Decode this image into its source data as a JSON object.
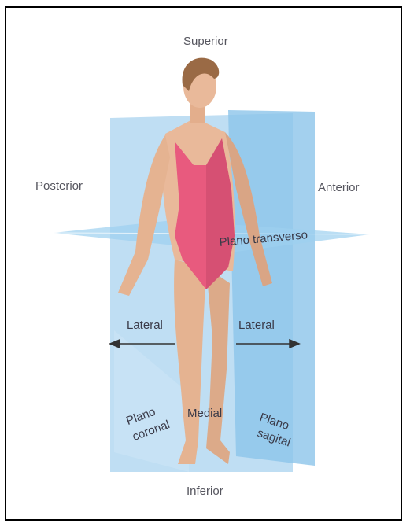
{
  "labels": {
    "superior": "Superior",
    "inferior": "Inferior",
    "posterior": "Posterior",
    "anterior": "Anterior",
    "transverse_plane": "Plano transverso",
    "lateral_left": "Lateral",
    "lateral_right": "Lateral",
    "medial": "Medial",
    "coronal_plane_line1": "Plano",
    "coronal_plane_line2": "coronal",
    "sagittal_plane_line1": "Plano",
    "sagittal_plane_line2": "sagital"
  },
  "colors": {
    "plane_blue": "#a9d3ef",
    "plane_blue_dark": "#7fbbe3",
    "swimsuit": "#e85a7e",
    "skin": "#e9b99a",
    "hair": "#9a6a45",
    "label_text": "#55555e"
  }
}
